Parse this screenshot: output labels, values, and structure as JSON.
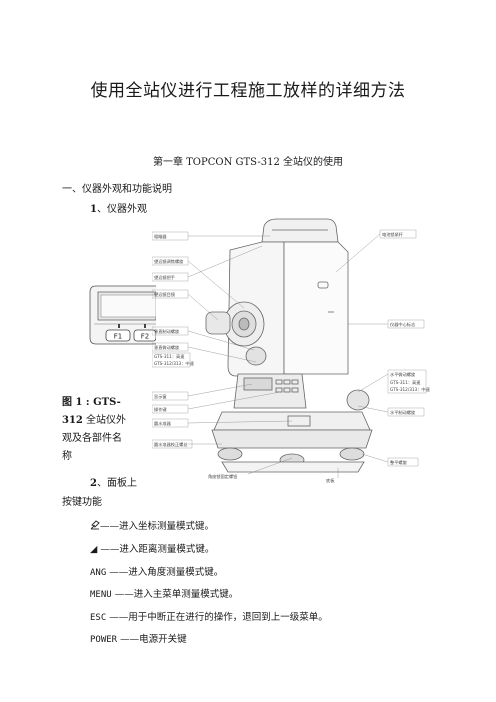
{
  "doc": {
    "title": "使用全站仪进行工程施工放样的详细方法",
    "chapter": "第一章 TOPCON GTS-312 全站仪的使用",
    "section1": "一、仪器外观和功能说明",
    "sub1_num": "1",
    "sub1_text": "、仪器外观",
    "caption": {
      "prefix": "图 1 : GTS-",
      "line2_bold": "312",
      "line2_text": " 全站仪外",
      "line3": "观及各部件名",
      "line4": "称"
    },
    "sub2_num": "2",
    "sub2_text": "、面板上",
    "sub2_line2": "按键功能",
    "keys": [
      {
        "key": "",
        "desc": "——进入坐标测量模式键。",
        "icon": "coordinate-key-icon"
      },
      {
        "key": "◢",
        "desc": " ——进入距离测量模式键。",
        "icon": "distance-key-icon"
      },
      {
        "key": "ANG",
        "desc": " ——进入角度测量模式键。"
      },
      {
        "key": "MENU",
        "desc": " ——进入主菜单测量模式键。"
      },
      {
        "key": "ESC",
        "desc": " ——用于中断正在进行的操作，退回到上一级菜单。"
      },
      {
        "key": "POWER",
        "desc": " ——电源开关键"
      }
    ]
  },
  "panel": {
    "f1": "F1",
    "f2": "F2"
  },
  "labels": {
    "left": [
      "粗瞄器",
      "望远镜调焦螺旋",
      "望远镜把手",
      "望远镜目镜",
      "垂直制动螺旋",
      "垂直微动螺旋",
      "GTS-311：高速",
      "GTS-312/313：中速",
      "显示窗",
      "操作键",
      "圆水准器",
      "圆水准器校正螺丝"
    ],
    "right": [
      "电池锁紧杆",
      "仪器中心标志",
      "水平微动螺旋",
      "GTS-311：高速",
      "GTS-312/313：中速",
      "水平制动螺旋",
      "整平螺旋"
    ],
    "bottom": [
      "角座锁固定螺钮",
      "底板"
    ]
  }
}
